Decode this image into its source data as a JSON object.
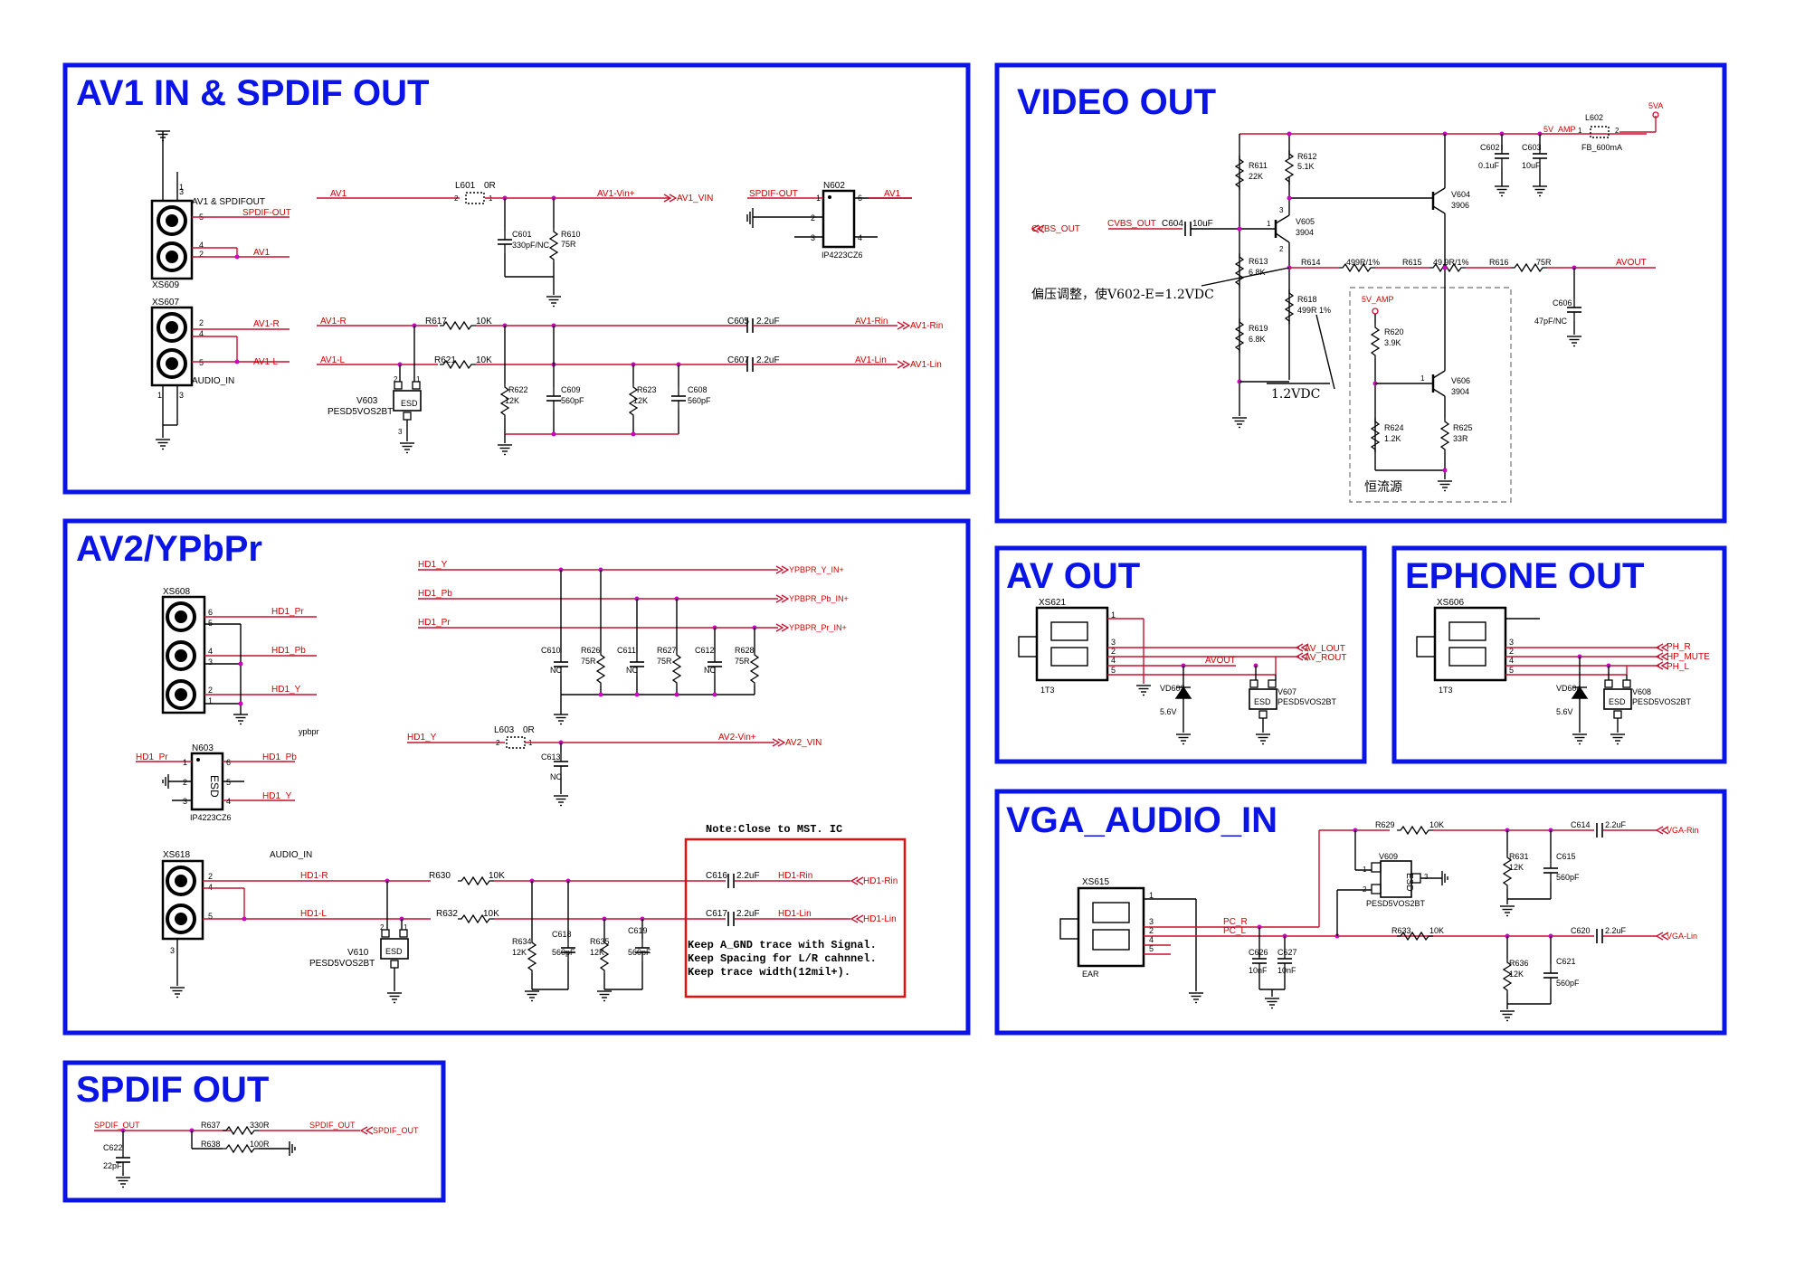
{
  "panels": {
    "av1": "AV1 IN & SPDIF OUT",
    "video": "VIDEO OUT",
    "av2": "AV2/YPbPr",
    "avout": "AV OUT",
    "ephone": "EPHONE OUT",
    "vga": "VGA_AUDIO_IN",
    "spdif": "SPDIF OUT"
  },
  "av1": {
    "xs609": "XS609",
    "xs609_label": "AV1 & SPDIFOUT",
    "xs607": "XS607",
    "audio_in": "AUDIO_IN",
    "net_spdif_out": "SPDIF-OUT",
    "net_av1": "AV1",
    "net_av1_r": "AV1-R",
    "net_av1_l": "AV1-L",
    "l601": "L601",
    "l601_val": "0R",
    "net_av1_vin_plus": "AV1-Vin+",
    "port_av1_vin": "AV1_VIN",
    "c601": "C601",
    "c601_val": "330pF/NC",
    "r610": "R610",
    "r610_val": "75R",
    "n602": "N602",
    "n602_part": "IP4223CZ6",
    "r617": "R617",
    "r621": "R621",
    "val_10k": "10K",
    "c605": "C605",
    "c607": "C607",
    "val_2_2uf": "2.2uF",
    "net_av1_rin": "AV1-Rin",
    "net_av1_lin": "AV1-Lin",
    "v603": "V603",
    "pesd": "PESD5VOS2BT",
    "esd": "ESD",
    "r622": "R622",
    "val_12k": "12K",
    "c609": "C609",
    "val_560pf": "560pF",
    "r623": "R623",
    "c608": "C608"
  },
  "video": {
    "net_5v_amp": "5V_AMP",
    "l602": "L602",
    "l602_val": "FB_600mA",
    "net_5va": "5VA",
    "r611": "R611",
    "r611_val": "22K",
    "r612": "R612",
    "r612_val": "5.1K",
    "c602": "C602",
    "c602_val": "0.1uF",
    "c603": "C603",
    "c603_val": "10uF",
    "v604": "V604",
    "v604_part": "3906",
    "port_cvbs": "CVBS_OUT",
    "net_cvbs": "CVBS_OUT",
    "c604": "C604",
    "c604_val": "10uF",
    "v605": "V605",
    "v605_part": "3904",
    "r613": "R613",
    "r613_val": "6.8K",
    "r614": "R614",
    "r614_val": "499R/1%",
    "r615": "R615",
    "r615_val": "49.9R/1%",
    "r616": "R616",
    "r616_val": "75R",
    "net_avout": "AVOUT",
    "bias_note": "偏压调整，使V602-E=1.2VDC",
    "r618": "R618",
    "r618_val": "499R 1%",
    "c606": "C606",
    "c606_val": "47pF/NC",
    "r620": "R620",
    "r620_val": "3.9K",
    "r619": "R619",
    "r619_val": "6.8K",
    "v606": "V606",
    "v606_part": "3904",
    "vdc": "1.2VDC",
    "r624": "R624",
    "r624_val": "1.2K",
    "r625": "R625",
    "r625_val": "33R",
    "ccs": "恒流源"
  },
  "av2": {
    "xs608": "XS608",
    "net_hd1_pr": "HD1_Pr",
    "net_hd1_pb": "HD1_Pb",
    "net_hd1_y": "HD1_Y",
    "ypbpr": "ypbpr",
    "port_y_in": "YPBPR_Y_IN+",
    "port_pb_in": "YPBPR_Pb_IN+",
    "port_pr_in": "YPBPR_Pr_IN+",
    "c610": "C610",
    "r626": "R626",
    "c611": "C611",
    "r627": "R627",
    "c612": "C612",
    "r628": "R628",
    "nc": "NC",
    "r75": "75R",
    "n603": "N603",
    "n603_part": "IP4223CZ6",
    "l603": "L603",
    "l603_val": "0R",
    "net_av2_vin_plus": "AV2-Vin+",
    "port_av2_vin": "AV2_VIN",
    "c613": "C613",
    "note_close": "Note:Close to MST. IC",
    "xs618": "XS618",
    "audio_in": "AUDIO_IN",
    "net_hd1_r": "HD1-R",
    "net_hd1_l": "HD1-L",
    "r630": "R630",
    "r632": "R632",
    "val_10k": "10K",
    "c616": "C616",
    "c617": "C617",
    "val_2_2uf": "2.2uF",
    "net_hd1_rin": "HD1-Rin",
    "net_hd1_lin": "HD1-Lin",
    "v610": "V610",
    "pesd": "PESD5VOS2BT",
    "esd": "ESD",
    "r634": "R634",
    "c618": "C618",
    "r635": "R635",
    "c619": "C619",
    "val_12k": "12K",
    "val_560pf": "560pF",
    "keep1": "Keep A_GND trace with Signal.",
    "keep2": "Keep Spacing for L/R cahnnel.",
    "keep3": "Keep trace width(12mil+)."
  },
  "avout": {
    "xs621": "XS621",
    "part": "1T3",
    "net_av_lout": "AV_LOUT",
    "net_av_rout": "AV_ROUT",
    "net_avout": "AVOUT",
    "vd603": "VD603",
    "vd_val": "5.6V",
    "v607": "V607",
    "pesd": "PESD5VOS2BT",
    "esd": "ESD"
  },
  "ephone": {
    "xs606": "XS606",
    "part": "1T3",
    "net_ph_r": "PH_R",
    "net_hp_mute": "HP_MUTE",
    "net_ph_l": "PH_L",
    "vd604": "VD604",
    "vd_val": "5.6V",
    "v608": "V608",
    "pesd": "PESD5VOS2BT",
    "esd": "ESD"
  },
  "vga": {
    "r629": "R629",
    "val_10k": "10K",
    "c614": "C614",
    "val_2_2uf": "2.2uF",
    "port_vga_rin": "VGA-Rin",
    "v609": "V609",
    "r631": "R631",
    "r633": "R633",
    "c615": "C615",
    "c620": "C620",
    "port_vga_lin": "VGA-Lin",
    "val_12k": "12K",
    "val_560pf": "560pF",
    "pesd": "PESD5VOS2BT",
    "esd": "ESD",
    "xs615": "XS615",
    "ear": "EAR",
    "net_pc_r": "PC_R",
    "net_pc_l": "PC_L",
    "c626": "C626",
    "c627": "C627",
    "val_10nf": "10nF",
    "r636": "R636",
    "c621": "C621"
  },
  "spdif": {
    "net_spdif_out": "SPDIF_OUT",
    "r637": "R637",
    "r637_val": "330R",
    "r638": "R638",
    "r638_val": "100R",
    "c622": "C622",
    "c622_val": "22pF"
  }
}
